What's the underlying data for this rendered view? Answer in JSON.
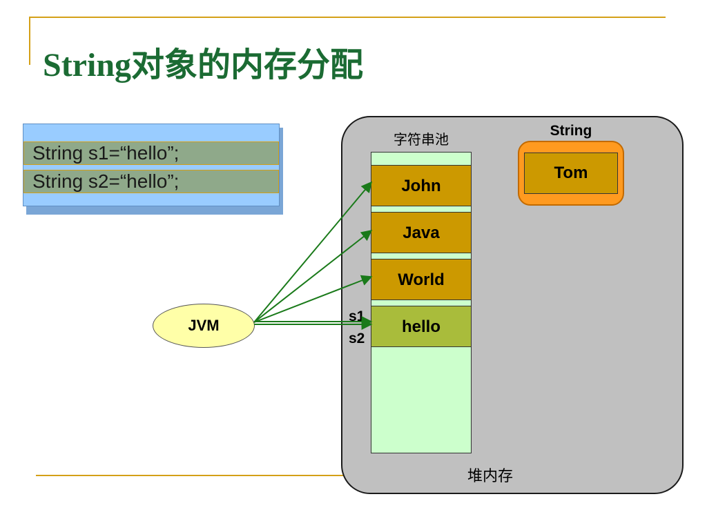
{
  "slide": {
    "title": "String对象的内存分配"
  },
  "code": {
    "lines": [
      "String s1=“hello”;",
      "String s2=“hello”;"
    ]
  },
  "diagram": {
    "jvm_label": "JVM",
    "heap_label": "堆内存",
    "pool_label": "字符串池",
    "pool_items": [
      "John",
      "Java",
      "World",
      "hello"
    ],
    "string_object_label": "String",
    "string_object_value": "Tom",
    "ref_labels": [
      "s1",
      "s2"
    ],
    "colors": {
      "title": "#1b6b33",
      "rule": "#d4a017",
      "heap": "#c0c0c0",
      "pool": "#ccffcc",
      "pool_item": "#cc9900",
      "pool_item_highlight": "#a9bc3b",
      "string_object": "#ff9a1f",
      "jvm": "#ffffa8",
      "arrow": "#1a7a1a"
    }
  }
}
